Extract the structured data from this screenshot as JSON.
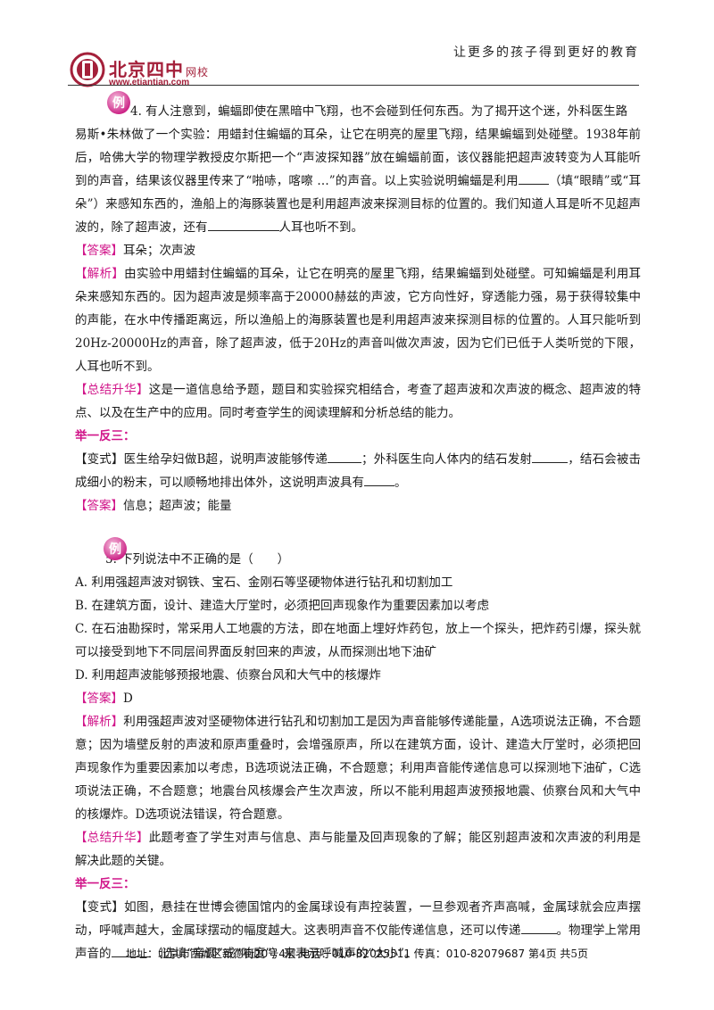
{
  "header": {
    "logo_cn": "北京四中",
    "logo_cn_small": "网校",
    "logo_url": "www.etiantian.com",
    "slogan": "让更多的孩子得到更好的教育"
  },
  "example_badge": "例",
  "q4": {
    "line1": "4. 有人注意到，蝙蝠即使在黑暗中飞翔，也不会碰到任何东西。为了揭开这个迷，外科医生路",
    "p_rest_a": "易斯•朱林做了一个实验：用蜡封住蝙蝠的耳朵，让它在明亮的屋里飞翔，结果蝙蝠到处碰壁。1938年前后，哈佛大学的物理学教授皮尔斯把一个“声波探知器”放在蝙蝠前面，该仪器能把超声波转变为人耳能听到的声音，结果该仪器里传来了“啪哧，喀嚓 …”的声音。以上实验说明蝙蝠是利用",
    "p_rest_b": "（填“眼睛”或“耳朵”）来感知东西的，渔船上的海豚装置也是利用超声波来探测目标的位置的。我们知道人耳是听不见超声波的，除了超声波，还有",
    "p_rest_c": "人耳也听不到。",
    "answer_tag": "【答案】",
    "answer": "耳朵；次声波",
    "analysis_tag": "【解析】",
    "analysis": "由实验中用蜡封住蝙蝠的耳朵，让它在明亮的屋里飞翔，结果蝙蝠到处碰壁。可知蝙蝠是利用耳朵来感知东西的。因为超声波是频率高于20000赫兹的声波，它方向性好，穿透能力强，易于获得较集中的声能，在水中传播距离远，所以渔船上的海豚装置也是利用超声波来探测目标的位置的。人耳只能听到20Hz-20000Hz的声音，除了超声波，低于20Hz的声音叫做次声波，因为它们已低于人类听觉的下限，人耳也听不到。",
    "summary_tag": "【总结升华】",
    "summary": "这是一道信息给予题，题目和实验探究相结合，考查了超声波和次声波的概念、超声波的特点、以及在生产中的应用。同时考查学生的阅读理解和分析总结的能力。",
    "juyi": "举一反三：",
    "variant_tag": "【变式】",
    "variant_a": "医生给孕妇做B超，说明声波能够传递",
    "variant_b": "；外科医生向人体内的结石发射",
    "variant_c": "，结石会被击成细小的粉末，可以顺畅地排出体外，这说明声波具有",
    "variant_d": "。",
    "variant_answer_tag": "【答案】",
    "variant_answer": "信息；超声波；能量"
  },
  "q5": {
    "line1": "5. 下列说法中不正确的是（　　）",
    "optA": "A. 利用强超声波对钢铁、宝石、金刚石等坚硬物体进行钻孔和切割加工",
    "optB": "B. 在建筑方面，设计、建造大厅堂时，必须把回声现象作为重要因素加以考虑",
    "optC": "C. 在石油勘探时，常采用人工地震的方法，即在地面上埋好炸药包，放上一个探头，把炸药引爆，探头就可以接受到地下不同层间界面反射回来的声波，从而探测出地下油矿",
    "optD": "D. 利用超声波能够预报地震、侦察台风和大气中的核爆炸",
    "answer_tag": "【答案】",
    "answer": "D",
    "analysis_tag": "【解析】",
    "analysis": "利用强超声波对坚硬物体进行钻孔和切割加工是因为声音能够传递能量，A选项说法正确，不合题意；因为墙壁反射的声波和原声重叠时，会增强原声，所以在建筑方面，设计、建造大厅堂时，必须把回声现象作为重要因素加以考虑，B选项说法正确，不合题意；利用声音能传递信息可以探测地下油矿，C选项说法正确，不合题意；地震台风核爆会产生次声波，所以不能利用超声波预报地震、侦察台风和大气中的核爆炸。D选项说法错误，符合题意。",
    "summary_tag": "【总结升华】",
    "summary": "此题考查了学生对声与信息、声与能量及回声现象的了解；能区别超声波和次声波的利用是解决此题的关键。",
    "juyi": "举一反三：",
    "variant_tag": "【变式】",
    "variant_a": "如图，悬挂在世博会德国馆内的金属球设有声控装置，一旦参观者齐声高喊，金属球就会应声摆动，呼喊声越大，金属球摆动的幅度越大。这表明声音不仅能传递信息，还可以传递",
    "variant_b": "。物理学上常用声音的",
    "variant_c": "（选填“音调”或“响度”）来表示呼喊声的“大小”。"
  },
  "footer": {
    "text": "地址：北京市西城区新德街20号4层 电话：010-82025511 传真：010-82079687",
    "page": "第4页 共5页"
  },
  "colors": {
    "accent": "#d1168a",
    "brand": "#a4203a"
  }
}
